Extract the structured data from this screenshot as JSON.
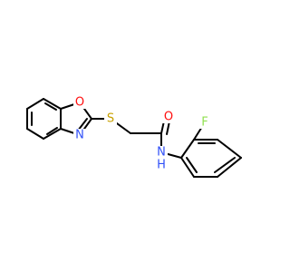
{
  "molecule": {
    "atoms": {
      "O1": {
        "label": "O",
        "color": "#ff0d0d"
      },
      "N1": {
        "label": "N",
        "color": "#3050f8"
      },
      "S1": {
        "label": "S",
        "color": "#c8a000"
      },
      "O2": {
        "label": "O",
        "color": "#ff0d0d"
      },
      "N2": {
        "label": "N",
        "color": "#3050f8"
      },
      "H2": {
        "label": "H",
        "color": "#3050f8"
      },
      "F1": {
        "label": "F",
        "color": "#90e050"
      }
    },
    "bond_color": "#000000"
  }
}
